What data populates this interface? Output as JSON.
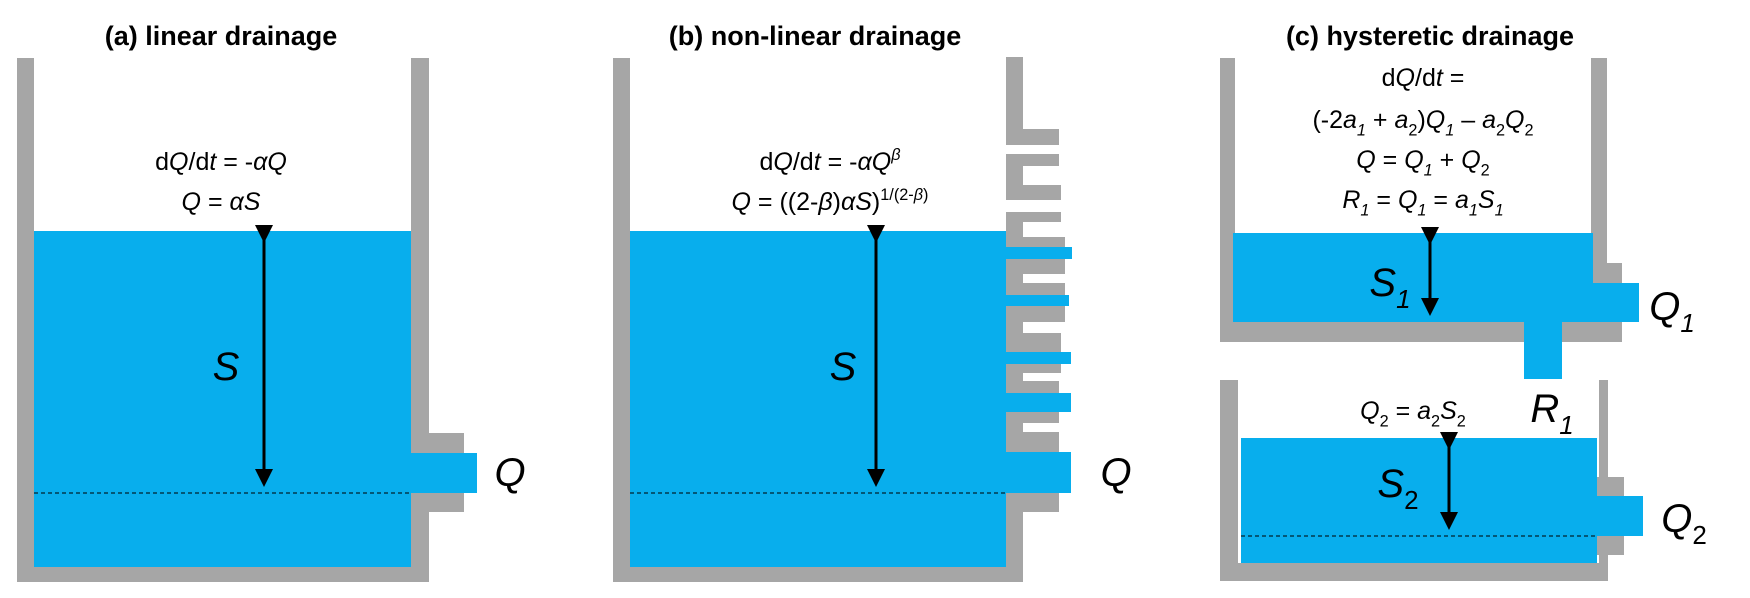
{
  "colors": {
    "wall": "#a6a6a6",
    "water": "#08aeed",
    "text": "#000000"
  },
  "panels": [
    {
      "title": "(a) linear drainage",
      "equations": [
        [
          {
            "t": "d"
          },
          {
            "t": "Q",
            "f": "i"
          },
          {
            "t": "/d"
          },
          {
            "t": "t",
            "f": "i"
          },
          {
            "t": " = -"
          },
          {
            "t": "αQ",
            "f": "i"
          }
        ],
        [
          {
            "t": "Q",
            "f": "i"
          },
          {
            "t": " = "
          },
          {
            "t": "αS",
            "f": "i"
          }
        ]
      ],
      "labels": {
        "storage": [
          {
            "t": "S",
            "f": "i"
          }
        ],
        "outflow": [
          {
            "t": "Q",
            "f": "i"
          }
        ]
      }
    },
    {
      "title": "(b) non-linear drainage",
      "equations": [
        [
          {
            "t": "d"
          },
          {
            "t": "Q",
            "f": "i"
          },
          {
            "t": "/d"
          },
          {
            "t": "t",
            "f": "i"
          },
          {
            "t": " =  -"
          },
          {
            "t": "αQ",
            "f": "i"
          },
          {
            "t": "β",
            "f": "isup"
          }
        ],
        [
          {
            "t": "Q",
            "f": "i"
          },
          {
            "t": " = ((2-"
          },
          {
            "t": "β",
            "f": "i"
          },
          {
            "t": ")"
          },
          {
            "t": "αS",
            "f": "i"
          },
          {
            "t": ")"
          },
          {
            "t": "1/(2-",
            "f": "sup"
          },
          {
            "t": "β",
            "f": "isup"
          },
          {
            "t": ")",
            "f": "sup"
          }
        ]
      ],
      "labels": {
        "storage": [
          {
            "t": "S",
            "f": "i"
          }
        ],
        "outflow": [
          {
            "t": "Q",
            "f": "i"
          }
        ]
      }
    },
    {
      "title": "(c) hysteretic drainage",
      "equations": [
        [
          {
            "t": "d"
          },
          {
            "t": "Q",
            "f": "i"
          },
          {
            "t": "/d"
          },
          {
            "t": "t",
            "f": "i"
          },
          {
            "t": " ="
          }
        ],
        [
          {
            "t": "(-2"
          },
          {
            "t": "a",
            "f": "i"
          },
          {
            "t": "1",
            "f": "isub"
          },
          {
            "t": " + "
          },
          {
            "t": "a",
            "f": "i"
          },
          {
            "t": "2",
            "f": "sub"
          },
          {
            "t": ")"
          },
          {
            "t": "Q",
            "f": "i"
          },
          {
            "t": "1",
            "f": "isub"
          },
          {
            "t": " – "
          },
          {
            "t": "a",
            "f": "i"
          },
          {
            "t": "2",
            "f": "sub"
          },
          {
            "t": "Q",
            "f": "i"
          },
          {
            "t": "2",
            "f": "sub"
          }
        ],
        [
          {
            "t": "Q",
            "f": "i"
          },
          {
            "t": " = "
          },
          {
            "t": "Q",
            "f": "i"
          },
          {
            "t": "1",
            "f": "isub"
          },
          {
            "t": " + "
          },
          {
            "t": "Q",
            "f": "i"
          },
          {
            "t": "2",
            "f": "sub"
          }
        ],
        [
          {
            "t": "R",
            "f": "i"
          },
          {
            "t": "1",
            "f": "isub"
          },
          {
            "t": " = "
          },
          {
            "t": "Q",
            "f": "i"
          },
          {
            "t": "1",
            "f": "isub"
          },
          {
            "t": " = "
          },
          {
            "t": "a",
            "f": "i"
          },
          {
            "t": "1",
            "f": "isub"
          },
          {
            "t": "S",
            "f": "i"
          },
          {
            "t": "1",
            "f": "isub"
          }
        ]
      ],
      "lower_equation": [
        {
          "t": "Q",
          "f": "i"
        },
        {
          "t": "2",
          "f": "sub"
        },
        {
          "t": " = "
        },
        {
          "t": "a",
          "f": "i"
        },
        {
          "t": "2",
          "f": "sub"
        },
        {
          "t": "S",
          "f": "i"
        },
        {
          "t": "2",
          "f": "sub"
        }
      ],
      "labels": {
        "storage_1": [
          {
            "t": "S",
            "f": "i"
          },
          {
            "t": "1",
            "f": "isub"
          }
        ],
        "outflow_1": [
          {
            "t": "Q",
            "f": "i"
          },
          {
            "t": "1",
            "f": "isub"
          }
        ],
        "recharge_1": [
          {
            "t": "R",
            "f": "i"
          },
          {
            "t": "1",
            "f": "isub"
          }
        ],
        "storage_2": [
          {
            "t": "S",
            "f": "i"
          },
          {
            "t": "2",
            "f": "sub"
          }
        ],
        "outflow_2": [
          {
            "t": "Q",
            "f": "i"
          },
          {
            "t": "2",
            "f": "sub"
          }
        ]
      }
    }
  ]
}
